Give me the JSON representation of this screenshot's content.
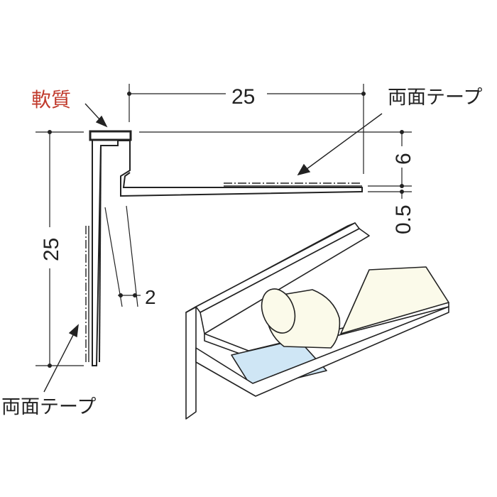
{
  "labels": {
    "soft_material": "軟質",
    "double_sided_tape_top": "両面テープ",
    "double_sided_tape_bottom": "両面テープ"
  },
  "dimensions": {
    "top_width": "25",
    "left_height": "25",
    "right_upper": "6",
    "right_lower": "0.5",
    "thickness": "2"
  },
  "colors": {
    "soft_label": "#c0392b",
    "tape_blue": "#cfe6f5",
    "roll_cream": "#fbfaea",
    "line": "#222222"
  }
}
